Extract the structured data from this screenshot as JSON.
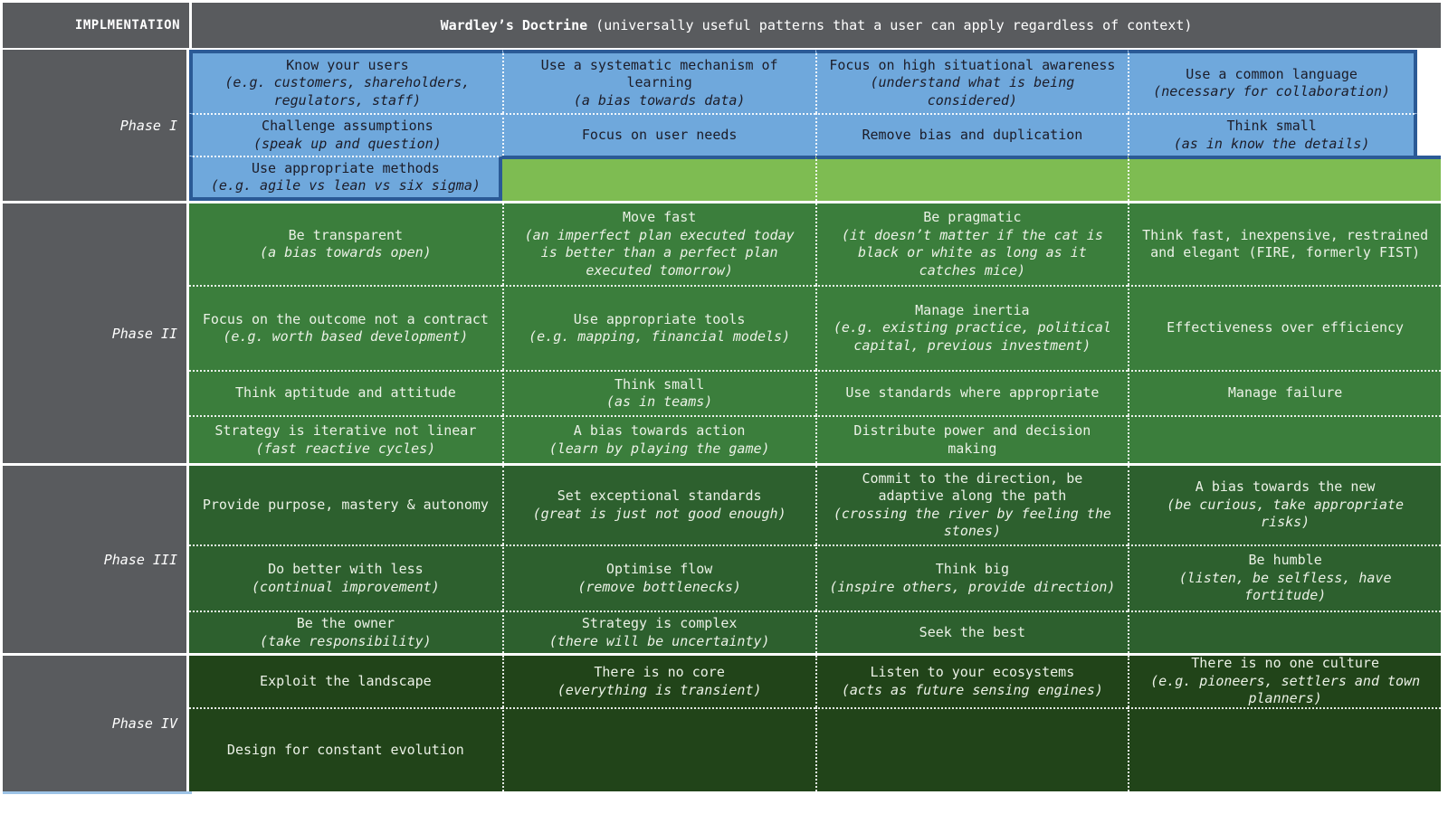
{
  "header": {
    "left": "IMPLMENTATION",
    "title_bold": "Wardley’s Doctrine",
    "title_rest": " (universally useful patterns that a user can apply regardless of context)"
  },
  "colors": {
    "gray": "#595b5e",
    "blue": "#6fa8dc",
    "navy": "#2b5a96",
    "lgreen": "#7ebc52",
    "g2": "#3b7e3c",
    "g3": "#2d602e",
    "g4": "#214419",
    "accent": "#9dc3e6",
    "tgreen": "#ebf1e6",
    "tblue": "#1c1c28"
  },
  "phases": [
    {
      "label": "Phase I",
      "style": "phase1",
      "rows": [
        [
          [
            {
              "t": "Know your users",
              "br": true
            },
            {
              "t": "(e.g. customers, shareholders, regulators, staff)",
              "i": true
            }
          ],
          [
            {
              "t": "Use a systematic mechanism of learning",
              "br": true
            },
            {
              "t": "(a bias towards data)",
              "i": true
            }
          ],
          [
            {
              "t": "Focus on high situational awareness "
            },
            {
              "t": "(understand what is being considered)",
              "i": true
            }
          ],
          [
            {
              "t": "Use a common language",
              "br": true
            },
            {
              "t": "(necessary for collaboration)",
              "i": true
            }
          ]
        ],
        [
          [
            {
              "t": "Challenge assumptions",
              "br": true
            },
            {
              "t": "(speak up and question)",
              "i": true
            }
          ],
          [
            {
              "t": "Focus on user needs"
            }
          ],
          [
            {
              "t": "Remove bias and duplication"
            }
          ],
          [
            {
              "t": "Think small",
              "br": true
            },
            {
              "t": "(as in know the details)",
              "i": true
            }
          ]
        ],
        [
          [
            {
              "t": "Use appropriate methods",
              "br": true
            },
            {
              "t": "(e.g. agile vs lean vs six sigma)",
              "i": true
            }
          ],
          [],
          [],
          []
        ]
      ]
    },
    {
      "label": "Phase II",
      "style": "phase2",
      "rows": [
        [
          [
            {
              "t": "Be transparent",
              "br": true
            },
            {
              "t": "(a bias towards open)",
              "i": true
            }
          ],
          [
            {
              "t": "Move fast",
              "br": true
            },
            {
              "t": "(an imperfect plan executed today is better than a perfect plan executed tomorrow)",
              "i": true
            }
          ],
          [
            {
              "t": "Be pragmatic",
              "br": true
            },
            {
              "t": "(it doesn’t matter if the cat is black or white as long as it catches mice)",
              "i": true
            }
          ],
          [
            {
              "t": "Think fast, inexpensive, restrained and elegant (FIRE, formerly FIST)"
            }
          ]
        ],
        [
          [
            {
              "t": "Focus on the outcome not a contract "
            },
            {
              "t": "(e.g. worth based development)",
              "i": true
            }
          ],
          [
            {
              "t": "Use appropriate tools",
              "br": true
            },
            {
              "t": "(e.g. mapping, financial models)",
              "i": true
            }
          ],
          [
            {
              "t": "Manage inertia",
              "br": true
            },
            {
              "t": "(e.g. existing practice, political capital, previous investment)",
              "i": true
            }
          ],
          [
            {
              "t": "Effectiveness over efficiency"
            }
          ]
        ],
        [
          [
            {
              "t": "Think aptitude and attitude"
            }
          ],
          [
            {
              "t": "Think small",
              "br": true
            },
            {
              "t": "(as in teams)",
              "i": true
            }
          ],
          [
            {
              "t": "Use standards where appropriate"
            }
          ],
          [
            {
              "t": "Manage failure"
            }
          ]
        ],
        [
          [
            {
              "t": "Strategy is iterative not linear",
              "br": true
            },
            {
              "t": "(fast reactive cycles)",
              "i": true
            }
          ],
          [
            {
              "t": "A bias towards action",
              "br": true
            },
            {
              "t": "(learn by playing the game)",
              "i": true
            }
          ],
          [
            {
              "t": "Distribute power and decision making"
            }
          ],
          []
        ]
      ]
    },
    {
      "label": "Phase III",
      "style": "phase3",
      "rows": [
        [
          [
            {
              "t": "Provide purpose, mastery & autonomy"
            }
          ],
          [
            {
              "t": "Set exceptional standards",
              "br": true
            },
            {
              "t": "(great is just not good enough)",
              "i": true
            }
          ],
          [
            {
              "t": "Commit to the direction, be adaptive along the path",
              "br": true
            },
            {
              "t": "(crossing the river by feeling the stones)",
              "i": true
            }
          ],
          [
            {
              "t": "A bias towards the new",
              "br": true
            },
            {
              "t": "(be curious, take appropriate risks)",
              "i": true
            }
          ]
        ],
        [
          [
            {
              "t": "Do better with less",
              "br": true
            },
            {
              "t": "(continual improvement)",
              "i": true
            }
          ],
          [
            {
              "t": "Optimise flow",
              "br": true
            },
            {
              "t": "(remove bottlenecks)",
              "i": true
            }
          ],
          [
            {
              "t": "Think big",
              "br": true
            },
            {
              "t": "(inspire others, provide direction)",
              "i": true
            }
          ],
          [
            {
              "t": "Be humble",
              "br": true
            },
            {
              "t": "(listen, be selfless, have fortitude)",
              "i": true
            }
          ]
        ],
        [
          [
            {
              "t": "Be the owner",
              "br": true
            },
            {
              "t": "(take responsibility)",
              "i": true
            }
          ],
          [
            {
              "t": "Strategy is complex",
              "br": true
            },
            {
              "t": "(there will be uncertainty)",
              "i": true
            }
          ],
          [
            {
              "t": "Seek the best"
            }
          ],
          []
        ]
      ]
    },
    {
      "label": "Phase IV",
      "style": "phase4",
      "rows": [
        [
          [
            {
              "t": "Exploit the landscape"
            }
          ],
          [
            {
              "t": "There is no core",
              "br": true
            },
            {
              "t": "(everything is transient)",
              "i": true
            }
          ],
          [
            {
              "t": "Listen to your ecosystems",
              "br": true
            },
            {
              "t": "(acts as future sensing engines)",
              "i": true
            }
          ],
          [
            {
              "t": "There is no one culture",
              "br": true
            },
            {
              "t": "(e.g. pioneers, settlers and town planners)",
              "i": true
            }
          ]
        ],
        [
          [
            {
              "t": "Design for constant evolution"
            }
          ],
          [],
          [],
          []
        ]
      ]
    }
  ]
}
